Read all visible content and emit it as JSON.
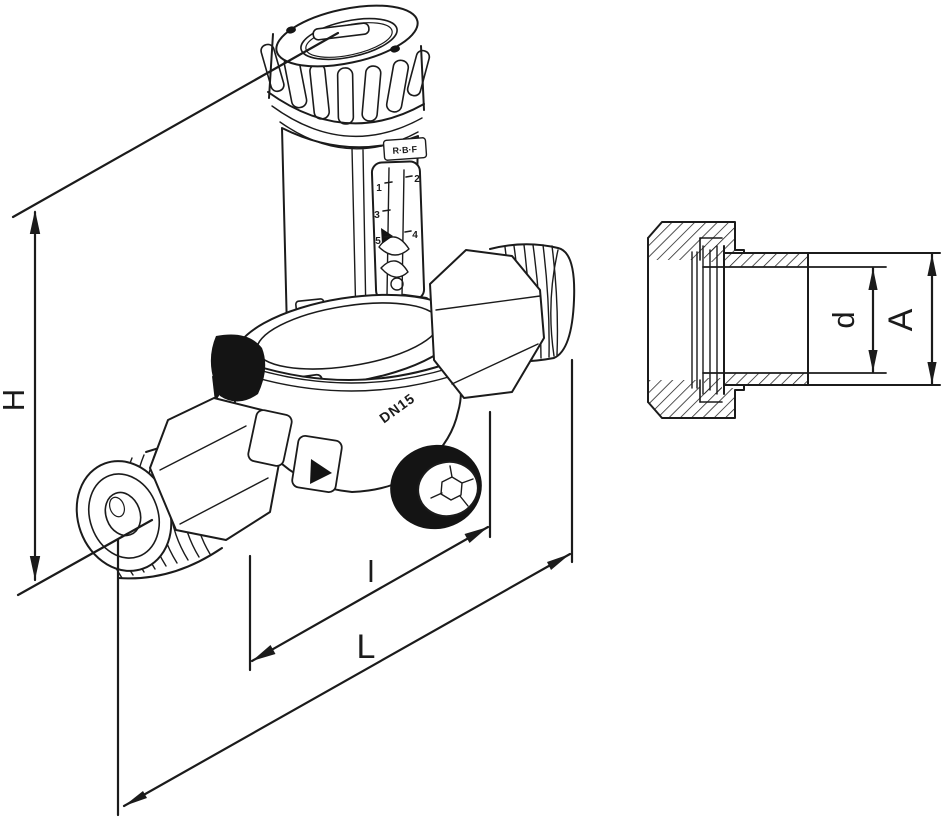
{
  "drawing": {
    "background": "#ffffff",
    "line_color": "#1b1b1b",
    "fill_dark": "#141414",
    "valve_view": {
      "description": "pressure reducing valve, isometric line drawing",
      "body_marking": "DN15",
      "logo_label": "R·B·F",
      "scale": {
        "left": [
          "1",
          "3",
          "5"
        ],
        "right": [
          "2",
          "4"
        ]
      },
      "dims": {
        "height": "H",
        "port_length": "l",
        "overall_length": "L"
      }
    },
    "fitting_view": {
      "description": "union tailpiece cross-section with hatching",
      "dims": {
        "bore": "d",
        "union": "A"
      }
    }
  }
}
